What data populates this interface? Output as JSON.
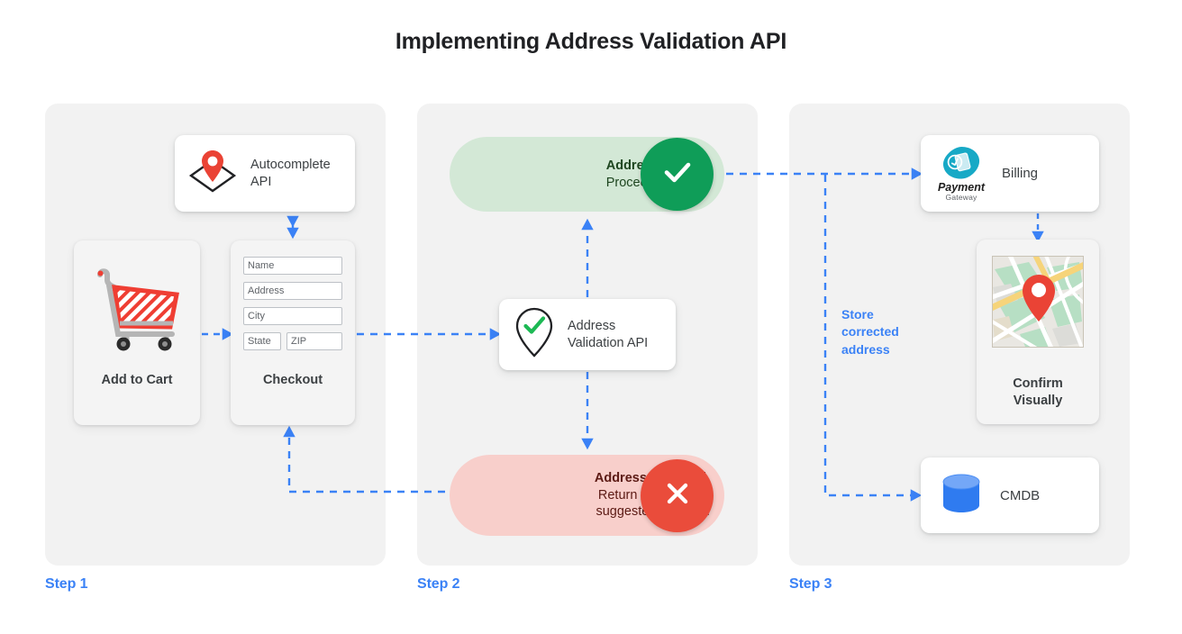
{
  "title": "Implementing Address Validation API",
  "colors": {
    "accent_blue": "#3b82f6",
    "panel_bg": "#f2f2f2",
    "valid_green": "#0f9d58",
    "valid_pill_bg": "#d3e8d6",
    "invalid_red": "#ea4c3b",
    "invalid_pill_bg": "#f8cfcb",
    "pin_red": "#ea4335",
    "cmdb_blue": "#4285f4",
    "payment_teal": "#17a9c6",
    "text_dark": "#3c4043"
  },
  "steps": [
    {
      "label": "Step 1"
    },
    {
      "label": "Step 2"
    },
    {
      "label": "Step 3"
    }
  ],
  "step1": {
    "autocomplete": {
      "label": "Autocomplete\nAPI",
      "icon": "map-pin-envelope-icon"
    },
    "add_to_cart": {
      "label": "Add to Cart",
      "icon": "shopping-cart-icon"
    },
    "checkout": {
      "label": "Checkout",
      "fields": [
        {
          "name": "name-field",
          "value": "Name"
        },
        {
          "name": "address-field",
          "value": "Address"
        },
        {
          "name": "city-field",
          "value": "City"
        },
        {
          "name": "state-field",
          "value": "State"
        },
        {
          "name": "zip-field",
          "value": "ZIP"
        }
      ]
    }
  },
  "step2": {
    "valid": {
      "headline": "Address is valid.",
      "detail": "Proceed to billing.",
      "icon": "check-mark-icon"
    },
    "validation_api": {
      "label": "Address\nValidation API",
      "icon": "pin-check-icon"
    },
    "invalid": {
      "headline": "Address is invalid.",
      "detail": "Return with Google\nsuggested address.",
      "icon": "close-x-icon"
    }
  },
  "step3": {
    "billing": {
      "label": "Billing",
      "icon": "payment-gateway-logo",
      "logo_primary": "Payment",
      "logo_secondary": "Gateway"
    },
    "confirm": {
      "label": "Confirm\nVisually",
      "icon": "map-thumbnail-icon"
    },
    "cmdb": {
      "label": "CMDB",
      "icon": "database-cylinder-icon"
    },
    "store_note": "Store\ncorrected\naddress"
  }
}
